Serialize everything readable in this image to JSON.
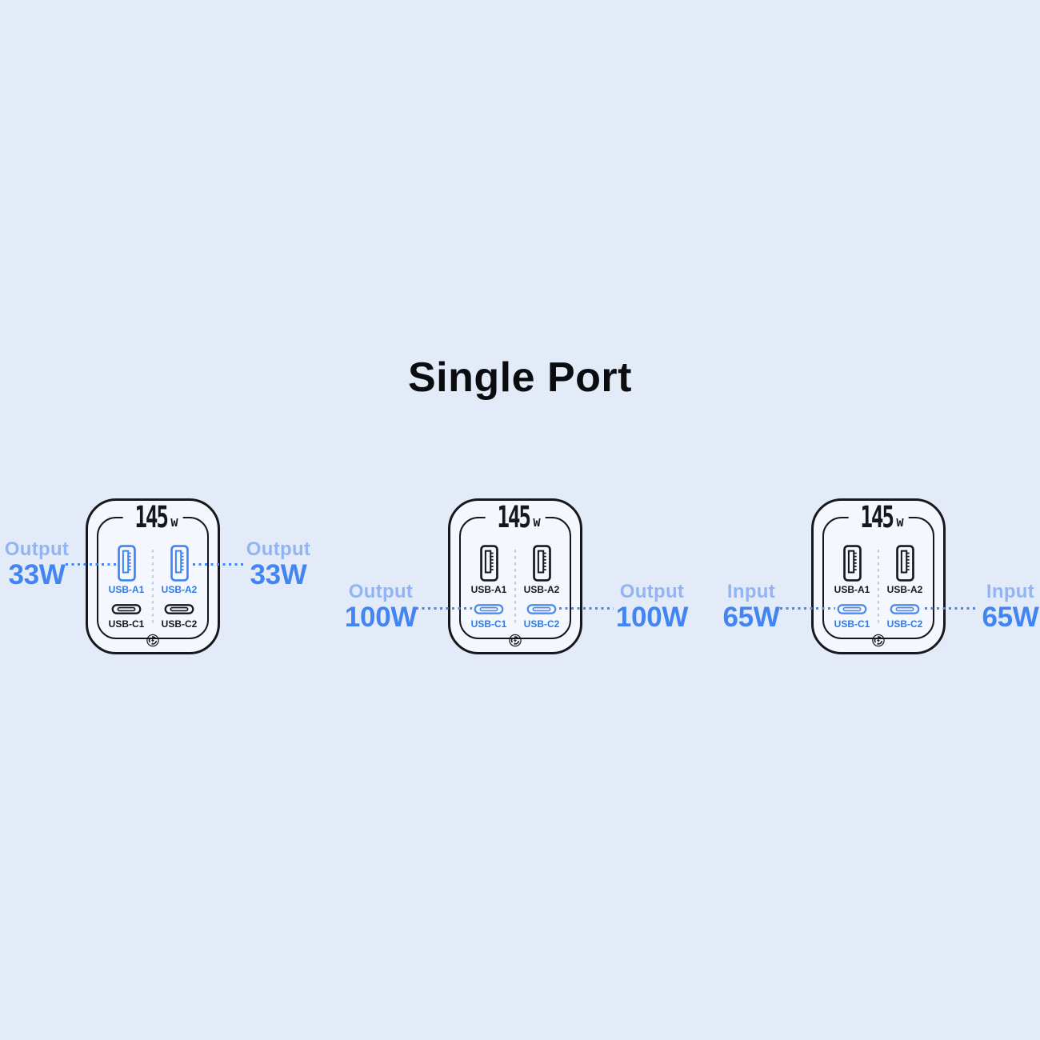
{
  "page": {
    "title": "Single Port",
    "background_color": "#e3ebf8",
    "accent_blue": "#4285f2",
    "soft_blue": "#93b4f4",
    "ink_color": "#16181d"
  },
  "devices": [
    {
      "name": "charger-usb-a-output",
      "wattage": "145",
      "wattage_unit": "w",
      "highlighted_ports": "usb-a",
      "left_annotation": {
        "label": "Output",
        "value": "33W"
      },
      "right_annotation": {
        "label": "Output",
        "value": "33W"
      },
      "ports": [
        {
          "label": "USB-A1",
          "type": "usb-a",
          "highlighted": true
        },
        {
          "label": "USB-A2",
          "type": "usb-a",
          "highlighted": true
        },
        {
          "label": "USB-C1",
          "type": "usb-c",
          "highlighted": false
        },
        {
          "label": "USB-C2",
          "type": "usb-c",
          "highlighted": false
        }
      ]
    },
    {
      "name": "charger-usb-c-output",
      "wattage": "145",
      "wattage_unit": "w",
      "highlighted_ports": "usb-c",
      "left_annotation": {
        "label": "Output",
        "value": "100W"
      },
      "right_annotation": {
        "label": "Output",
        "value": "100W"
      },
      "ports": [
        {
          "label": "USB-A1",
          "type": "usb-a",
          "highlighted": false
        },
        {
          "label": "USB-A2",
          "type": "usb-a",
          "highlighted": false
        },
        {
          "label": "USB-C1",
          "type": "usb-c",
          "highlighted": true
        },
        {
          "label": "USB-C2",
          "type": "usb-c",
          "highlighted": true
        }
      ]
    },
    {
      "name": "charger-usb-c-input",
      "wattage": "145",
      "wattage_unit": "w",
      "highlighted_ports": "usb-c",
      "left_annotation": {
        "label": "Input",
        "value": "65W"
      },
      "right_annotation": {
        "label": "Input",
        "value": "65W"
      },
      "ports": [
        {
          "label": "USB-A1",
          "type": "usb-a",
          "highlighted": false
        },
        {
          "label": "USB-A2",
          "type": "usb-a",
          "highlighted": false
        },
        {
          "label": "USB-C1",
          "type": "usb-c",
          "highlighted": true
        },
        {
          "label": "USB-C2",
          "type": "usb-c",
          "highlighted": true
        }
      ]
    }
  ]
}
